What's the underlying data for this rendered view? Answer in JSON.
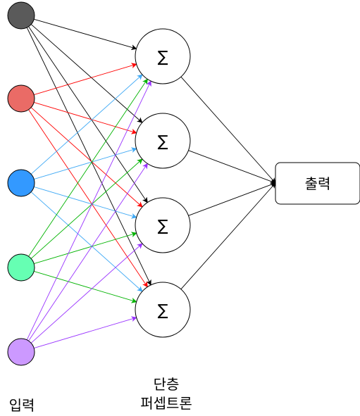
{
  "inputs": [
    {
      "color": "#5a5a5a"
    },
    {
      "color": "#ea6b66"
    },
    {
      "color": "#3399ff"
    },
    {
      "color": "#66ffb3"
    },
    {
      "color": "#cc99ff"
    }
  ],
  "edge_colors": [
    "#000000",
    "#ff0000",
    "#3fa9f5",
    "#00b300",
    "#9933ff"
  ],
  "hidden_nodes": [
    {
      "symbol": "∑"
    },
    {
      "symbol": "∑"
    },
    {
      "symbol": "∑"
    },
    {
      "symbol": "∑"
    }
  ],
  "output": {
    "label": "출력"
  },
  "labels": {
    "input": "입력",
    "layer_line1": "단층",
    "layer_line2": "퍼셉트론"
  }
}
